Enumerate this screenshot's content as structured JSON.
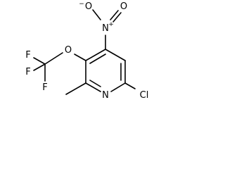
{
  "structure": {
    "atoms": {
      "nitro_o_minus": "O",
      "nitro_o_minus_charge": "−",
      "nitro_o_double": "O",
      "nitro_n": "N",
      "nitro_n_charge": "+",
      "ether_o": "O",
      "fluorine_1": "F",
      "fluorine_2": "F",
      "fluorine_3": "F",
      "ring_n": "N",
      "chlorine": "Cl"
    }
  }
}
